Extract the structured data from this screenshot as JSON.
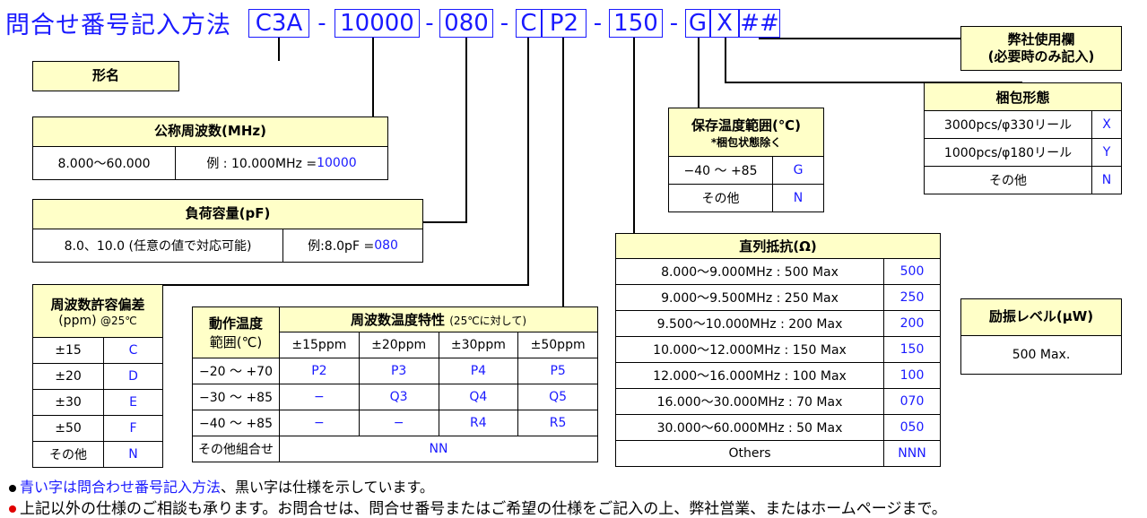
{
  "title": "問合せ番号記入方法",
  "code": [
    "C3A",
    "-",
    "10000",
    "-",
    "080",
    "-",
    "C",
    "P2",
    "-",
    "150",
    "-",
    "G",
    "X",
    "##"
  ],
  "katamei": "形名",
  "freq": {
    "header": "公称周波数(MHz)",
    "range": "8.000〜60.000",
    "example_label": "例 : 10.000MHz = ",
    "example_code": "10000"
  },
  "load": {
    "header": "負荷容量(pF)",
    "range": "8.0、10.0 (任意の値で対応可能)",
    "example_label": "例:8.0pF = ",
    "example_code": "080"
  },
  "tol": {
    "header1": "周波数許容偏差",
    "header2": "(ppm)",
    "header2b": "@25℃",
    "rows": [
      [
        "±15",
        "C"
      ],
      [
        "±20",
        "D"
      ],
      [
        "±30",
        "E"
      ],
      [
        "±50",
        "F"
      ],
      [
        "その他",
        "N"
      ]
    ]
  },
  "temp": {
    "header_left1": "動作温度",
    "header_left2": "範囲(℃)",
    "header_right": "周波数温度特性",
    "header_right_sub": "(25℃に対して)",
    "cols": [
      "±15ppm",
      "±20ppm",
      "±30ppm",
      "±50ppm"
    ],
    "rows": [
      [
        "−20 〜 +70",
        "P2",
        "P3",
        "P4",
        "P5"
      ],
      [
        "−30 〜 +85",
        "−",
        "Q3",
        "Q4",
        "Q5"
      ],
      [
        "−40 〜 +85",
        "−",
        "−",
        "R4",
        "R5"
      ]
    ],
    "other_label": "その他組合せ",
    "other_code": "NN"
  },
  "esr": {
    "header": "直列抵抗(Ω)",
    "rows": [
      [
        "8.000〜9.000MHz : 500 Max",
        "500"
      ],
      [
        "9.000〜9.500MHz : 250 Max",
        "250"
      ],
      [
        "9.500〜10.000MHz : 200 Max",
        "200"
      ],
      [
        "10.000〜12.000MHz : 150 Max",
        "150"
      ],
      [
        "12.000〜16.000MHz : 100 Max",
        "100"
      ],
      [
        "16.000〜30.000MHz : 70 Max",
        "070"
      ],
      [
        "30.000〜60.000MHz : 50 Max",
        "050"
      ],
      [
        "Others",
        "NNN"
      ]
    ]
  },
  "storage": {
    "header1": "保存温度範囲(℃)",
    "header2": "*梱包状態除く",
    "rows": [
      [
        "−40 〜 +85",
        "G"
      ],
      [
        "その他",
        "N"
      ]
    ]
  },
  "package": {
    "header": "梱包形態",
    "rows": [
      [
        "3000pcs/φ330リール",
        "X"
      ],
      [
        "1000pcs/φ180リール",
        "Y"
      ],
      [
        "その他",
        "N"
      ]
    ]
  },
  "company": {
    "line1": "弊社使用欄",
    "line2": "(必要時のみ記入)"
  },
  "drive": {
    "header": "励振レベル(μW)",
    "value": "500 Max."
  },
  "notes": [
    {
      "blue": "青い字は問合わせ番号記入方法",
      "black": "、黒い字は仕様を示しています。",
      "bullet_color": "#000000"
    },
    {
      "blue": "",
      "black": "上記以外の仕様のご相談も承ります。お問合せは、問合せ番号またはご希望の仕様をご記入の上、弊社営業、またはホームページまで。",
      "bullet_color": "#e00000"
    }
  ],
  "colors": {
    "accent": "#1a1aff",
    "header_bg": "#ffffc8"
  }
}
